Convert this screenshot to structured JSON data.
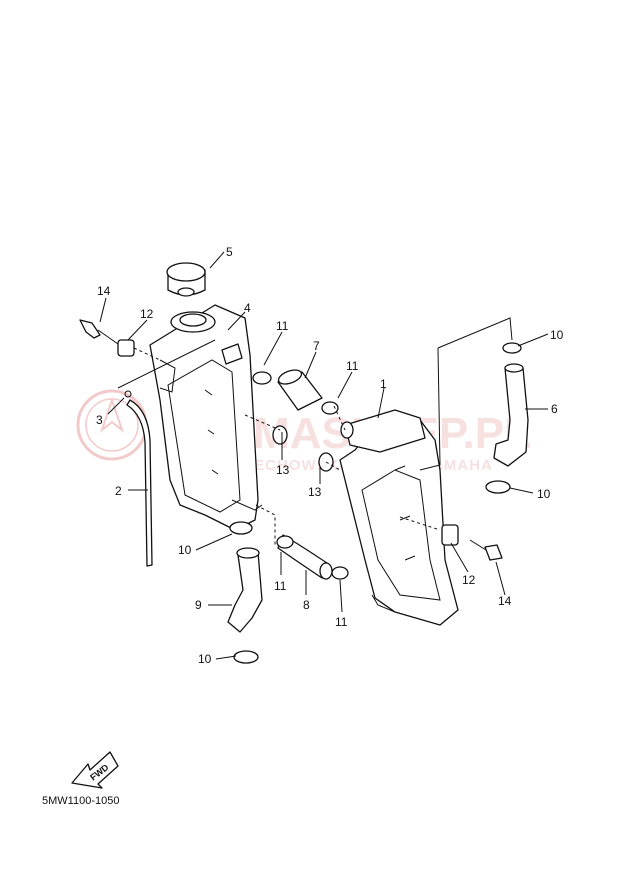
{
  "watermark": {
    "brand": "YAMASKLEP.PL",
    "tagline": "WOJCIECHOWSKI DEALER YAMAHA",
    "color": "#e8a0a0"
  },
  "diagram_code": "5MW1100-1050",
  "fwd_label": "FWD",
  "callouts": [
    {
      "id": "c5",
      "text": "5"
    },
    {
      "id": "c14a",
      "text": "14"
    },
    {
      "id": "c12a",
      "text": "12"
    },
    {
      "id": "c4",
      "text": "4"
    },
    {
      "id": "c11a",
      "text": "11"
    },
    {
      "id": "c7",
      "text": "7"
    },
    {
      "id": "c11b",
      "text": "11"
    },
    {
      "id": "c1",
      "text": "1"
    },
    {
      "id": "c10a",
      "text": "10"
    },
    {
      "id": "c6",
      "text": "6"
    },
    {
      "id": "c3",
      "text": "3"
    },
    {
      "id": "c13a",
      "text": "13"
    },
    {
      "id": "c13b",
      "text": "13"
    },
    {
      "id": "c2",
      "text": "2"
    },
    {
      "id": "c10b",
      "text": "10"
    },
    {
      "id": "c10c",
      "text": "10"
    },
    {
      "id": "c12b",
      "text": "12"
    },
    {
      "id": "c14b",
      "text": "14"
    },
    {
      "id": "c11c",
      "text": "11"
    },
    {
      "id": "c8",
      "text": "8"
    },
    {
      "id": "c11d",
      "text": "11"
    },
    {
      "id": "c9",
      "text": "9"
    },
    {
      "id": "c10d",
      "text": "10"
    }
  ]
}
